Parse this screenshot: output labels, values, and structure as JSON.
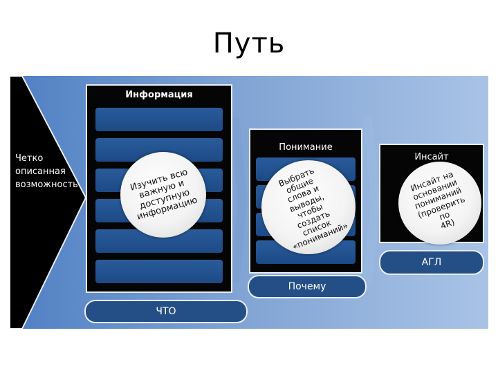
{
  "title": "Путь",
  "left_arrow": {
    "label": [
      "Четко",
      "описанная",
      "возможность"
    ]
  },
  "information": {
    "header": "Информация",
    "circle_text": [
      "Изучить всю",
      "важную и",
      "доступную",
      "информацию"
    ],
    "footer": "ЧТО"
  },
  "understanding": {
    "header": "Понимание",
    "circle_text": [
      "Выбрать общие",
      "слова и выводы,",
      "чтобы создать",
      "список",
      "«пониманий»"
    ],
    "footer": "Почему"
  },
  "insight": {
    "header": "Инсайт",
    "circle_text": [
      "Инсайт на",
      "основании",
      "пониманий",
      "(проверить по",
      "4R)"
    ],
    "footer": "АГЛ"
  },
  "colors": {
    "panel": "#5e8acb",
    "box": "#050505",
    "bar": "#244f86"
  }
}
